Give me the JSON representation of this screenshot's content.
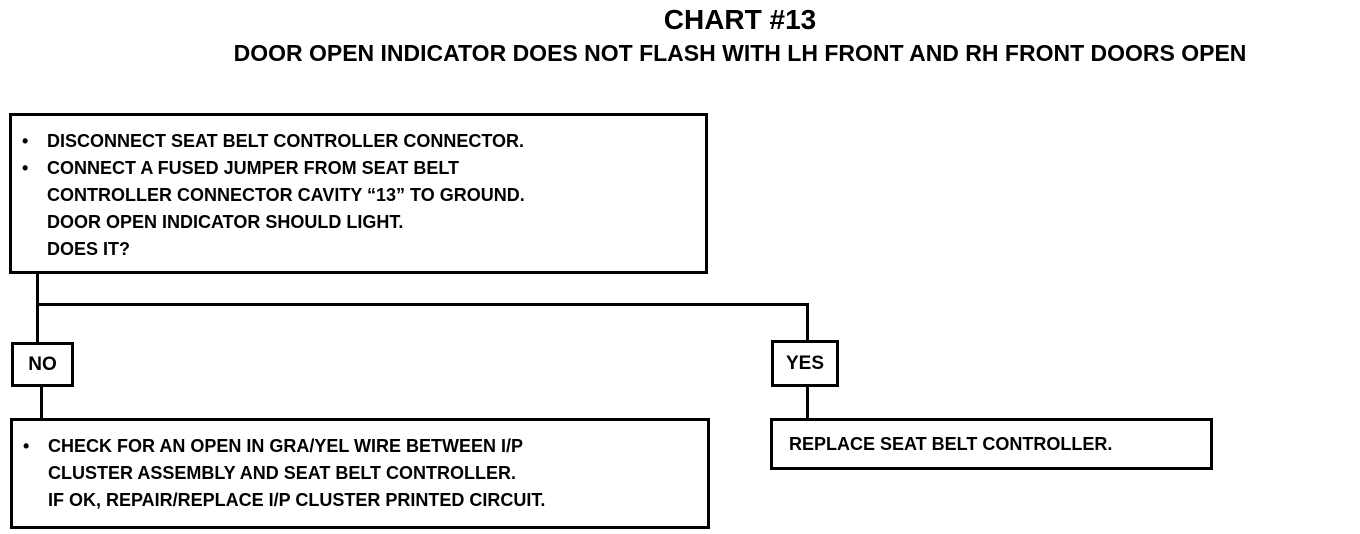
{
  "title": "CHART #13",
  "subtitle": "DOOR OPEN INDICATOR DOES NOT FLASH WITH LH FRONT AND RH FRONT DOORS OPEN",
  "test_box": {
    "lines": [
      {
        "bullet": "•",
        "text": "DISCONNECT SEAT BELT CONTROLLER CONNECTOR."
      },
      {
        "bullet": "•",
        "text": "CONNECT A FUSED JUMPER FROM SEAT BELT"
      },
      {
        "bullet": "",
        "text": "CONTROLLER CONNECTOR CAVITY “13” TO GROUND."
      },
      {
        "bullet": "",
        "text": "DOOR OPEN INDICATOR SHOULD LIGHT."
      },
      {
        "bullet": "",
        "text": "DOES IT?"
      }
    ]
  },
  "no_label": "NO",
  "yes_label": "YES",
  "no_box": {
    "lines": [
      {
        "bullet": "•",
        "text": "CHECK FOR AN OPEN IN GRA/YEL WIRE BETWEEN I/P"
      },
      {
        "bullet": "",
        "text": "CLUSTER ASSEMBLY AND SEAT BELT CONTROLLER."
      },
      {
        "bullet": "",
        "text": "IF OK, REPAIR/REPLACE I/P CLUSTER PRINTED CIRCUIT."
      }
    ]
  },
  "yes_box": {
    "text": "REPLACE SEAT BELT CONTROLLER."
  }
}
